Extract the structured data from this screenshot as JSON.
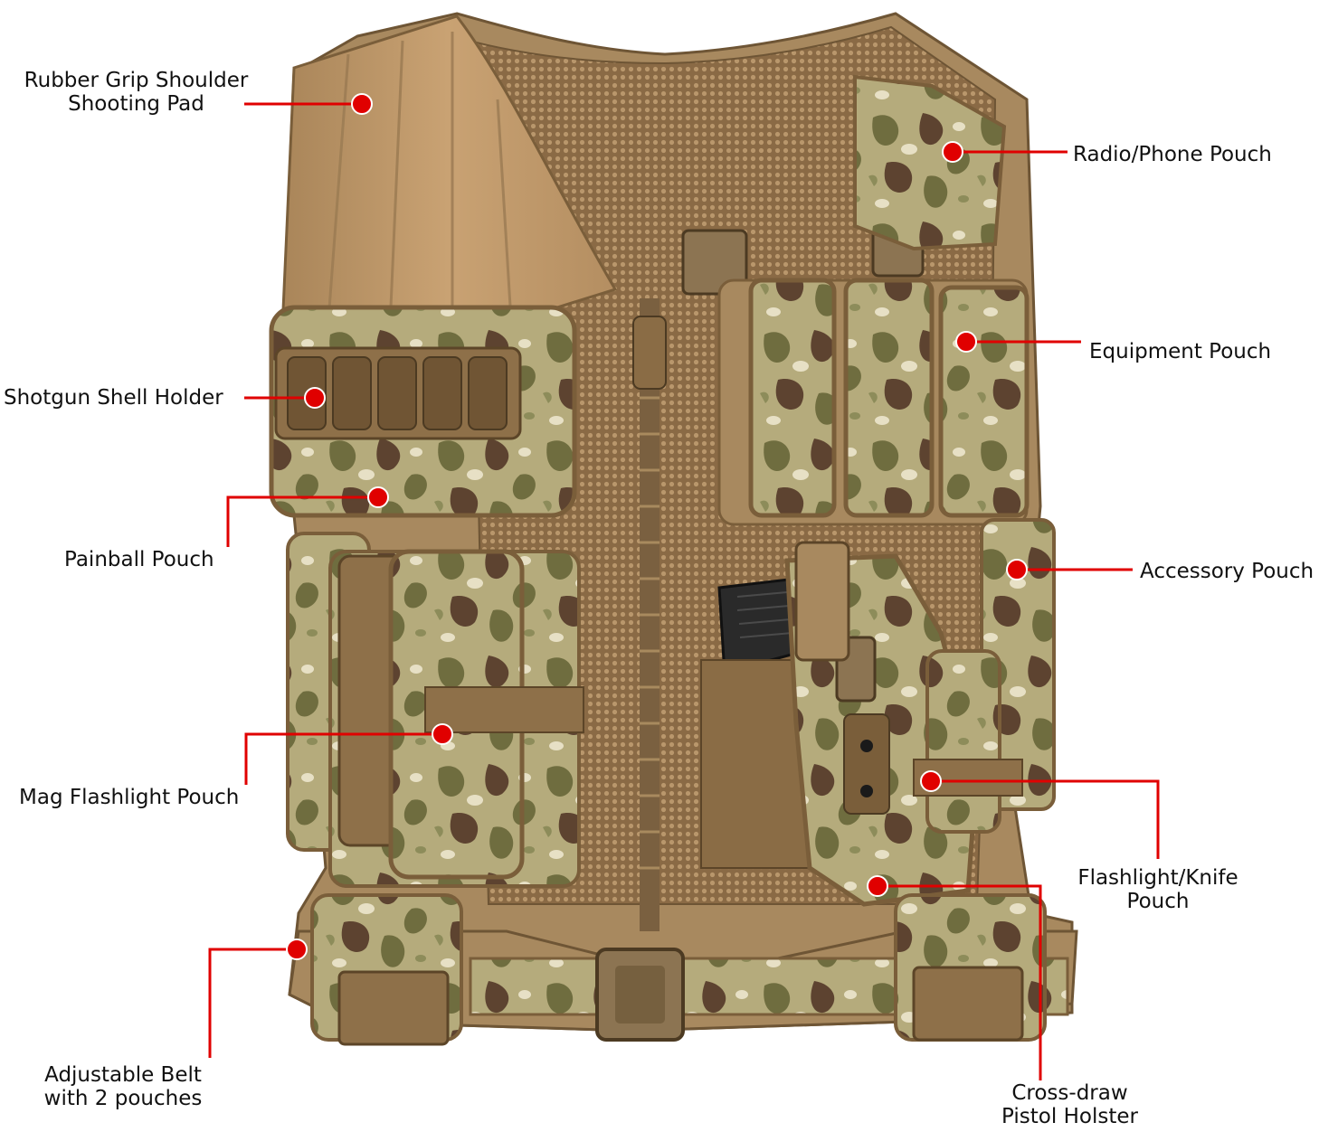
{
  "accent_color": "#e00000",
  "vest_colors": {
    "coyote_tan": "#a8895f",
    "shoulder_pad": "#c29a6c",
    "mesh": "#9c7a50",
    "camo_base": "#b6ad7e",
    "camo_green": "#6f6d3f",
    "camo_brown": "#5e4431",
    "camo_cream": "#e7e0c5",
    "buckle": "#8c7452"
  },
  "callouts": {
    "shoulder_pad": {
      "line1": "Rubber Grip Shoulder",
      "line2": "Shooting Pad"
    },
    "shell_holder": {
      "line1": "Shotgun Shell Holder"
    },
    "paintball_pouch": {
      "line1": "Painball Pouch"
    },
    "mag_flashlight": {
      "line1": "Mag Flashlight Pouch"
    },
    "belt": {
      "line1": "Adjustable Belt",
      "line2": "with 2 pouches"
    },
    "radio_pouch": {
      "line1": "Radio/Phone Pouch"
    },
    "equipment_pouch": {
      "line1": "Equipment Pouch"
    },
    "accessory_pouch": {
      "line1": "Accessory Pouch"
    },
    "knife_pouch": {
      "line1": "Flashlight/Knife",
      "line2": "Pouch"
    },
    "holster": {
      "line1": "Cross-draw",
      "line2": "Pistol Holster"
    }
  }
}
